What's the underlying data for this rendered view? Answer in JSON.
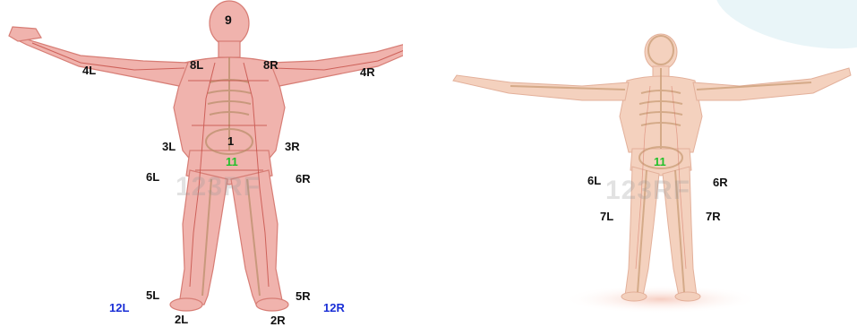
{
  "colors": {
    "skin": "#f0b3ad",
    "skin_dark": "#d77d75",
    "vessels": "#c2453e",
    "bone": "#d8b08a",
    "bone_dark": "#b48a62",
    "label_default": "#111111",
    "label_green": "#22c02a",
    "label_blue": "#1a2fd6",
    "accent_band": "#e9f5f8"
  },
  "left_figure": {
    "watermark": "123RF",
    "labels": {
      "head": "9",
      "upper_left": "8L",
      "upper_right": "8R",
      "arm_left": "4L",
      "arm_right": "4R",
      "hip_left": "3L",
      "center": "1",
      "hip_right": "3R",
      "groin": "11",
      "thigh_left": "6L",
      "thigh_right": "6R",
      "ankle_left": "5L",
      "ankle_right": "5R",
      "foot_left": "2L",
      "foot_right": "2R",
      "outer_left": "12L",
      "outer_right": "12R"
    }
  },
  "right_figure": {
    "watermark": "123RF",
    "labels": {
      "groin": "11",
      "thigh_left": "6L",
      "thigh_right": "6R",
      "knee_left": "7L",
      "knee_right": "7R"
    }
  }
}
